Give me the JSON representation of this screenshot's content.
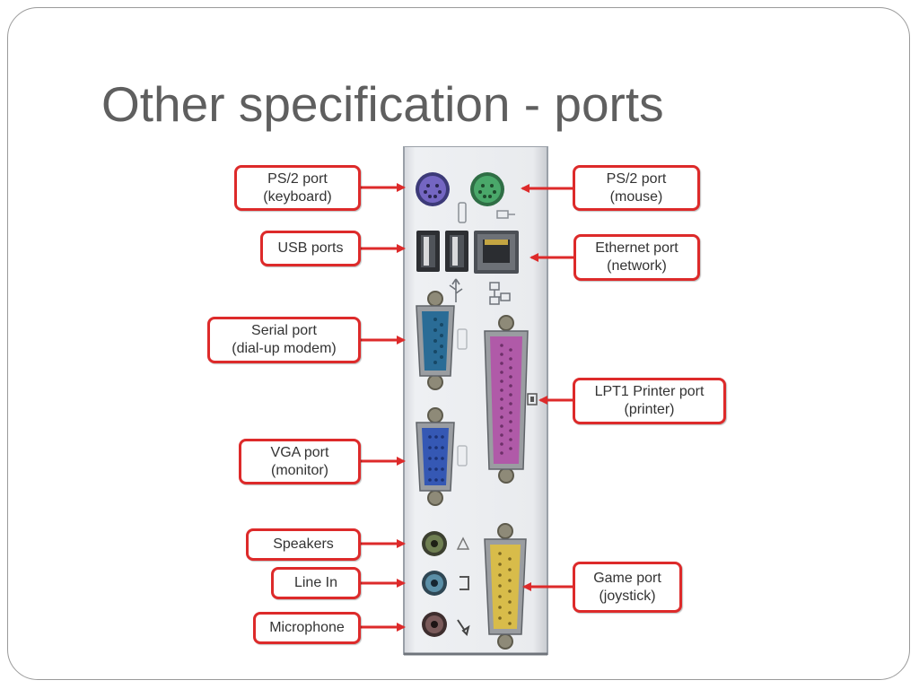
{
  "slide": {
    "title": "Other specification - ports"
  },
  "colors": {
    "title_text": "#5f5f5f",
    "callout_border": "#dd2a2a",
    "arrow": "#dd2a2a",
    "panel": "#eceef1",
    "ps2_keyboard": "#7466c2",
    "ps2_mouse": "#4aa86a",
    "serial": "#2a6c96",
    "vga": "#3558b4",
    "lpt1": "#b05aa8",
    "game_port": "#d8bc4a",
    "audio_speakers": "#6f7f52",
    "audio_line_in": "#5b8fa7",
    "audio_microphone": "#7a5a5a"
  },
  "callouts": {
    "ps2_keyboard": {
      "line1": "PS/2 port",
      "line2": "(keyboard)"
    },
    "ps2_mouse": {
      "line1": "PS/2 port",
      "line2": "(mouse)"
    },
    "usb": {
      "line1": "USB ports"
    },
    "ethernet": {
      "line1": "Ethernet port",
      "line2": "(network)"
    },
    "serial": {
      "line1": "Serial port",
      "line2": "(dial-up modem)"
    },
    "lpt1": {
      "line1": "LPT1 Printer port",
      "line2": "(printer)"
    },
    "vga": {
      "line1": "VGA port",
      "line2": "(monitor)"
    },
    "speakers": {
      "line1": "Speakers"
    },
    "line_in": {
      "line1": "Line In"
    },
    "microphone": {
      "line1": "Microphone"
    },
    "game_port": {
      "line1": "Game port",
      "line2": "(joystick)"
    }
  }
}
